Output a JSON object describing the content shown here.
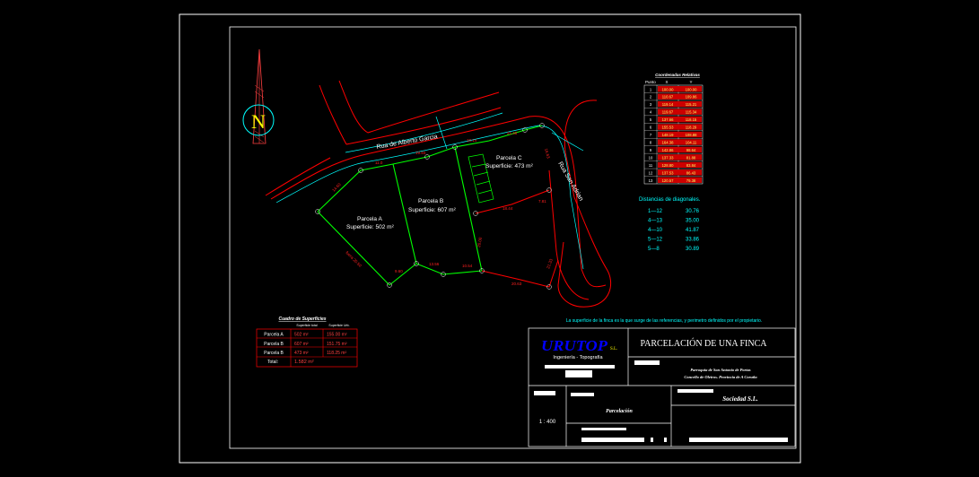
{
  "north_label": "N",
  "streets": {
    "top": "Rua de Alberto Garcia",
    "right": "Rua San Adrian"
  },
  "parcels": [
    {
      "name": "Parcela A",
      "area_label": "Superficie: 502 m²"
    },
    {
      "name": "Parcela B",
      "area_label": "Superficie: 607 m²"
    },
    {
      "name": "Parcela C",
      "area_label": "Superficie: 473 m²"
    }
  ],
  "coordinates_table": {
    "title": "Coordenadas Relativas",
    "headers": [
      "Punto",
      "X",
      "Y"
    ],
    "rows": [
      [
        "1",
        "100.00",
        "100.00"
      ],
      [
        "2",
        "110.67",
        "109.86"
      ],
      [
        "3",
        "119.14",
        "115.21"
      ],
      [
        "4",
        "119.67",
        "115.34"
      ],
      [
        "5",
        "137.66",
        "118.15"
      ],
      [
        "6",
        "155.53",
        "118.29"
      ],
      [
        "7",
        "148.19",
        "108.88"
      ],
      [
        "8",
        "164.38",
        "104.11"
      ],
      [
        "9",
        "142.86",
        "98.64"
      ],
      [
        "10",
        "137.33",
        "81.88"
      ],
      [
        "11",
        "128.80",
        "83.84"
      ],
      [
        "12",
        "137.53",
        "86.43"
      ],
      [
        "13",
        "120.57",
        "79.38"
      ]
    ]
  },
  "diagonals": {
    "title": "Distancias de diagonales.",
    "rows": [
      {
        "pair": "1—12",
        "value": "30.76"
      },
      {
        "pair": "4—13",
        "value": "35.00"
      },
      {
        "pair": "4—10",
        "value": "41.87"
      },
      {
        "pair": "5—12",
        "value": "33.86"
      },
      {
        "pair": "5—8",
        "value": "30.89"
      }
    ]
  },
  "areas_table": {
    "title": "Cuadro de Superficies",
    "headers": [
      "",
      "Superficie total",
      "Superficie Urb."
    ],
    "rows": [
      {
        "name": "Parcela A",
        "total": "502 m²",
        "urb": "155.00 m²"
      },
      {
        "name": "Parcela B",
        "total": "607 m²",
        "urb": "151.75 m²"
      },
      {
        "name": "Parcela B",
        "total": "473 m²",
        "urb": "118.25 m²"
      }
    ],
    "total_label": "Total:",
    "total_value": "1.582 m²"
  },
  "note": "La superficie de la finca es la que surge de las referencias, y perimetro definidos por el propietario.",
  "title_block": {
    "logo": "URUTOP",
    "logo_suffix": "S.L.",
    "logo_subtitle": "Ingeniería - Topografía",
    "project_title": "PARCELACIÓN DE UNA FINCA",
    "location_line1": "Parroquia de San Antonio de Portas",
    "location_line2": "Concello de Oleiros. Provincia de A Coruña",
    "scale": "1 : 400",
    "plan_name": "Parcelación",
    "client": "Sociedad S.L."
  },
  "colors": {
    "background": "#000000",
    "frame": "#ffffff",
    "street_line": "#ff0000",
    "axis_line": "#00ffff",
    "parcel_line": "#00ff00",
    "label_yellow": "#ffff00",
    "text_white": "#ffffff",
    "logo_blue": "#0000ff",
    "table_title": "#ffff00"
  }
}
